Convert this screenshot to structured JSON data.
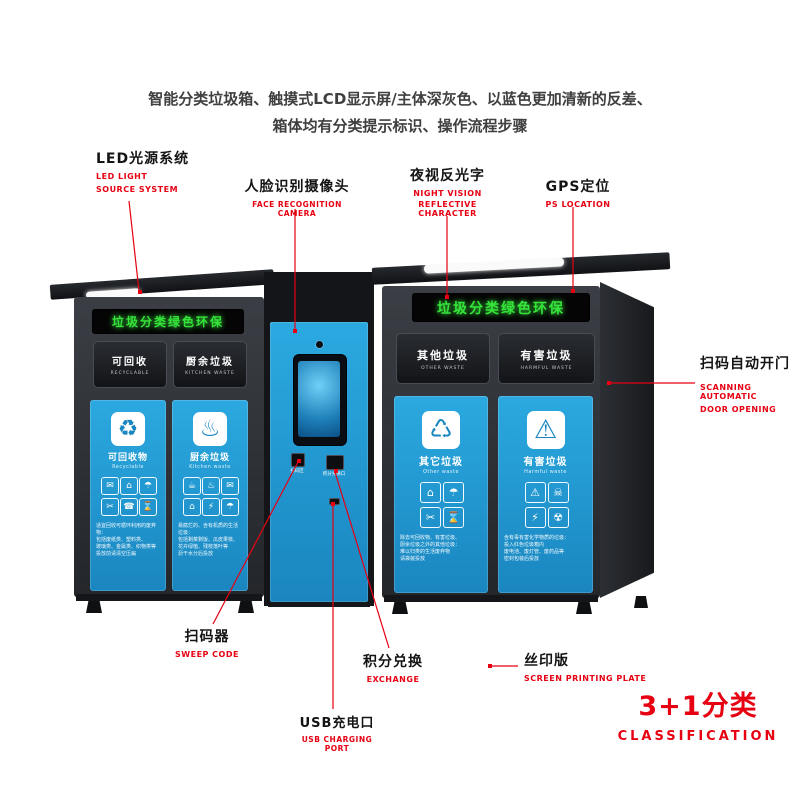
{
  "colors": {
    "accent_red": "#e60012",
    "body_blue": "#1f9ad2",
    "led_green": "#35e43a",
    "cabinet_dark": "#26292d"
  },
  "header": {
    "line1": "智能分类垃圾箱、触摸式LCD显示屏/主体深灰色、以蓝色更加清新的反差、",
    "line2": "箱体均有分类提示标识、操作流程步骤"
  },
  "callouts": {
    "led": {
      "zh": "LED光源系统",
      "en1": "LED LIGHT",
      "en2": "SOURCE SYSTEM"
    },
    "face": {
      "zh": "人脸识别摄像头",
      "en1": "FACE RECOGNITION CAMERA"
    },
    "night": {
      "zh": "夜视反光字",
      "en1": "NIGHT VISION",
      "en2": "REFLECTIVE CHARACTER"
    },
    "gps": {
      "zh": "GPS定位",
      "en1": "PS LOCATION"
    },
    "scan_door": {
      "zh": "扫码自动开门",
      "en1": "SCANNING AUTOMATIC",
      "en2": "DOOR OPENING"
    },
    "sweep": {
      "zh": "扫码器",
      "en1": "SWEEP CODE"
    },
    "exchange": {
      "zh": "积分兑换",
      "en1": "EXCHANGE"
    },
    "usb": {
      "zh": "USB充电口",
      "en1": "USB CHARGING PORT"
    },
    "screen_print": {
      "zh": "丝印版",
      "en1": "SCREEN PRINTING PLATE"
    },
    "classification": {
      "zh": "3+1分类",
      "en1": "CLASSIFICATION"
    }
  },
  "machine": {
    "led_display_left": "垃圾分类绿色环保",
    "led_display_right": "垃圾分类绿色环保",
    "doors": [
      {
        "zh": "可回收",
        "en": "RECYCLABLE"
      },
      {
        "zh": "厨余垃圾",
        "en": "KITCHEN WASTE"
      },
      {
        "zh": "其他垃圾",
        "en": "OTHER WASTE"
      },
      {
        "zh": "有害垃圾",
        "en": "HARMFUL WASTE"
      }
    ],
    "panels": [
      {
        "zh": "可回收物",
        "en": "Recyclable",
        "icon": "♻",
        "grid": [
          "✉",
          "⌂",
          "☂",
          "✂",
          "☎",
          "⌛"
        ],
        "fine_print": [
          "适宜回收可循环利用的废弃物：",
          "包括废纸类、塑料类、",
          "玻璃类、金属类、织物类等",
          "投放前请清空压扁"
        ]
      },
      {
        "zh": "厨余垃圾",
        "en": "Kitchen waste",
        "icon": "♨",
        "grid": [
          "☕",
          "♨",
          "✉",
          "⌂",
          "⚡",
          "☂"
        ],
        "fine_print": [
          "易腐烂的、含有机质的生活垃圾：",
          "包括剩菜剩饭、瓜皮果核、",
          "花卉绿植、残枝落叶等",
          "沥干水分后投放"
        ]
      },
      {
        "zh": "其它垃圾",
        "en": "Other waste",
        "icon": "♺",
        "grid": [
          "⌂",
          "☂",
          "✂",
          "⌛"
        ],
        "fine_print": [
          "除去可回收物、有害垃圾、",
          "厨余垃圾之外的其他垃圾：",
          "难以归类的生活废弃物",
          "请袋装投放"
        ]
      },
      {
        "zh": "有害垃圾",
        "en": "Harmful waste",
        "icon": "⚠",
        "grid": [
          "⚠",
          "☠",
          "⚡",
          "☢"
        ],
        "fine_print": [
          "含有毒有害化学物质的垃圾：",
          "投入红色垃圾箱内",
          "废电池、废灯管、废药品等",
          "密封包装后投放"
        ]
      }
    ],
    "ports": {
      "scan": "扫码区",
      "exchange": "积分兑换口"
    }
  }
}
